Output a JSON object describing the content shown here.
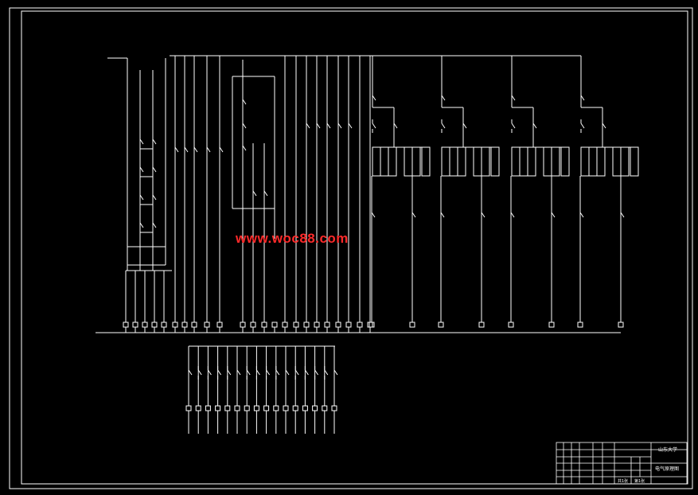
{
  "watermark": "www.woc88.com",
  "title_block": {
    "school": "山东大学",
    "drawing_name": "电气原理图",
    "sheet_total": "共1张",
    "sheet_no": "第1张"
  },
  "colors": {
    "background": "#000000",
    "lines": "#ffffff",
    "watermark": "#ff2a2a"
  }
}
